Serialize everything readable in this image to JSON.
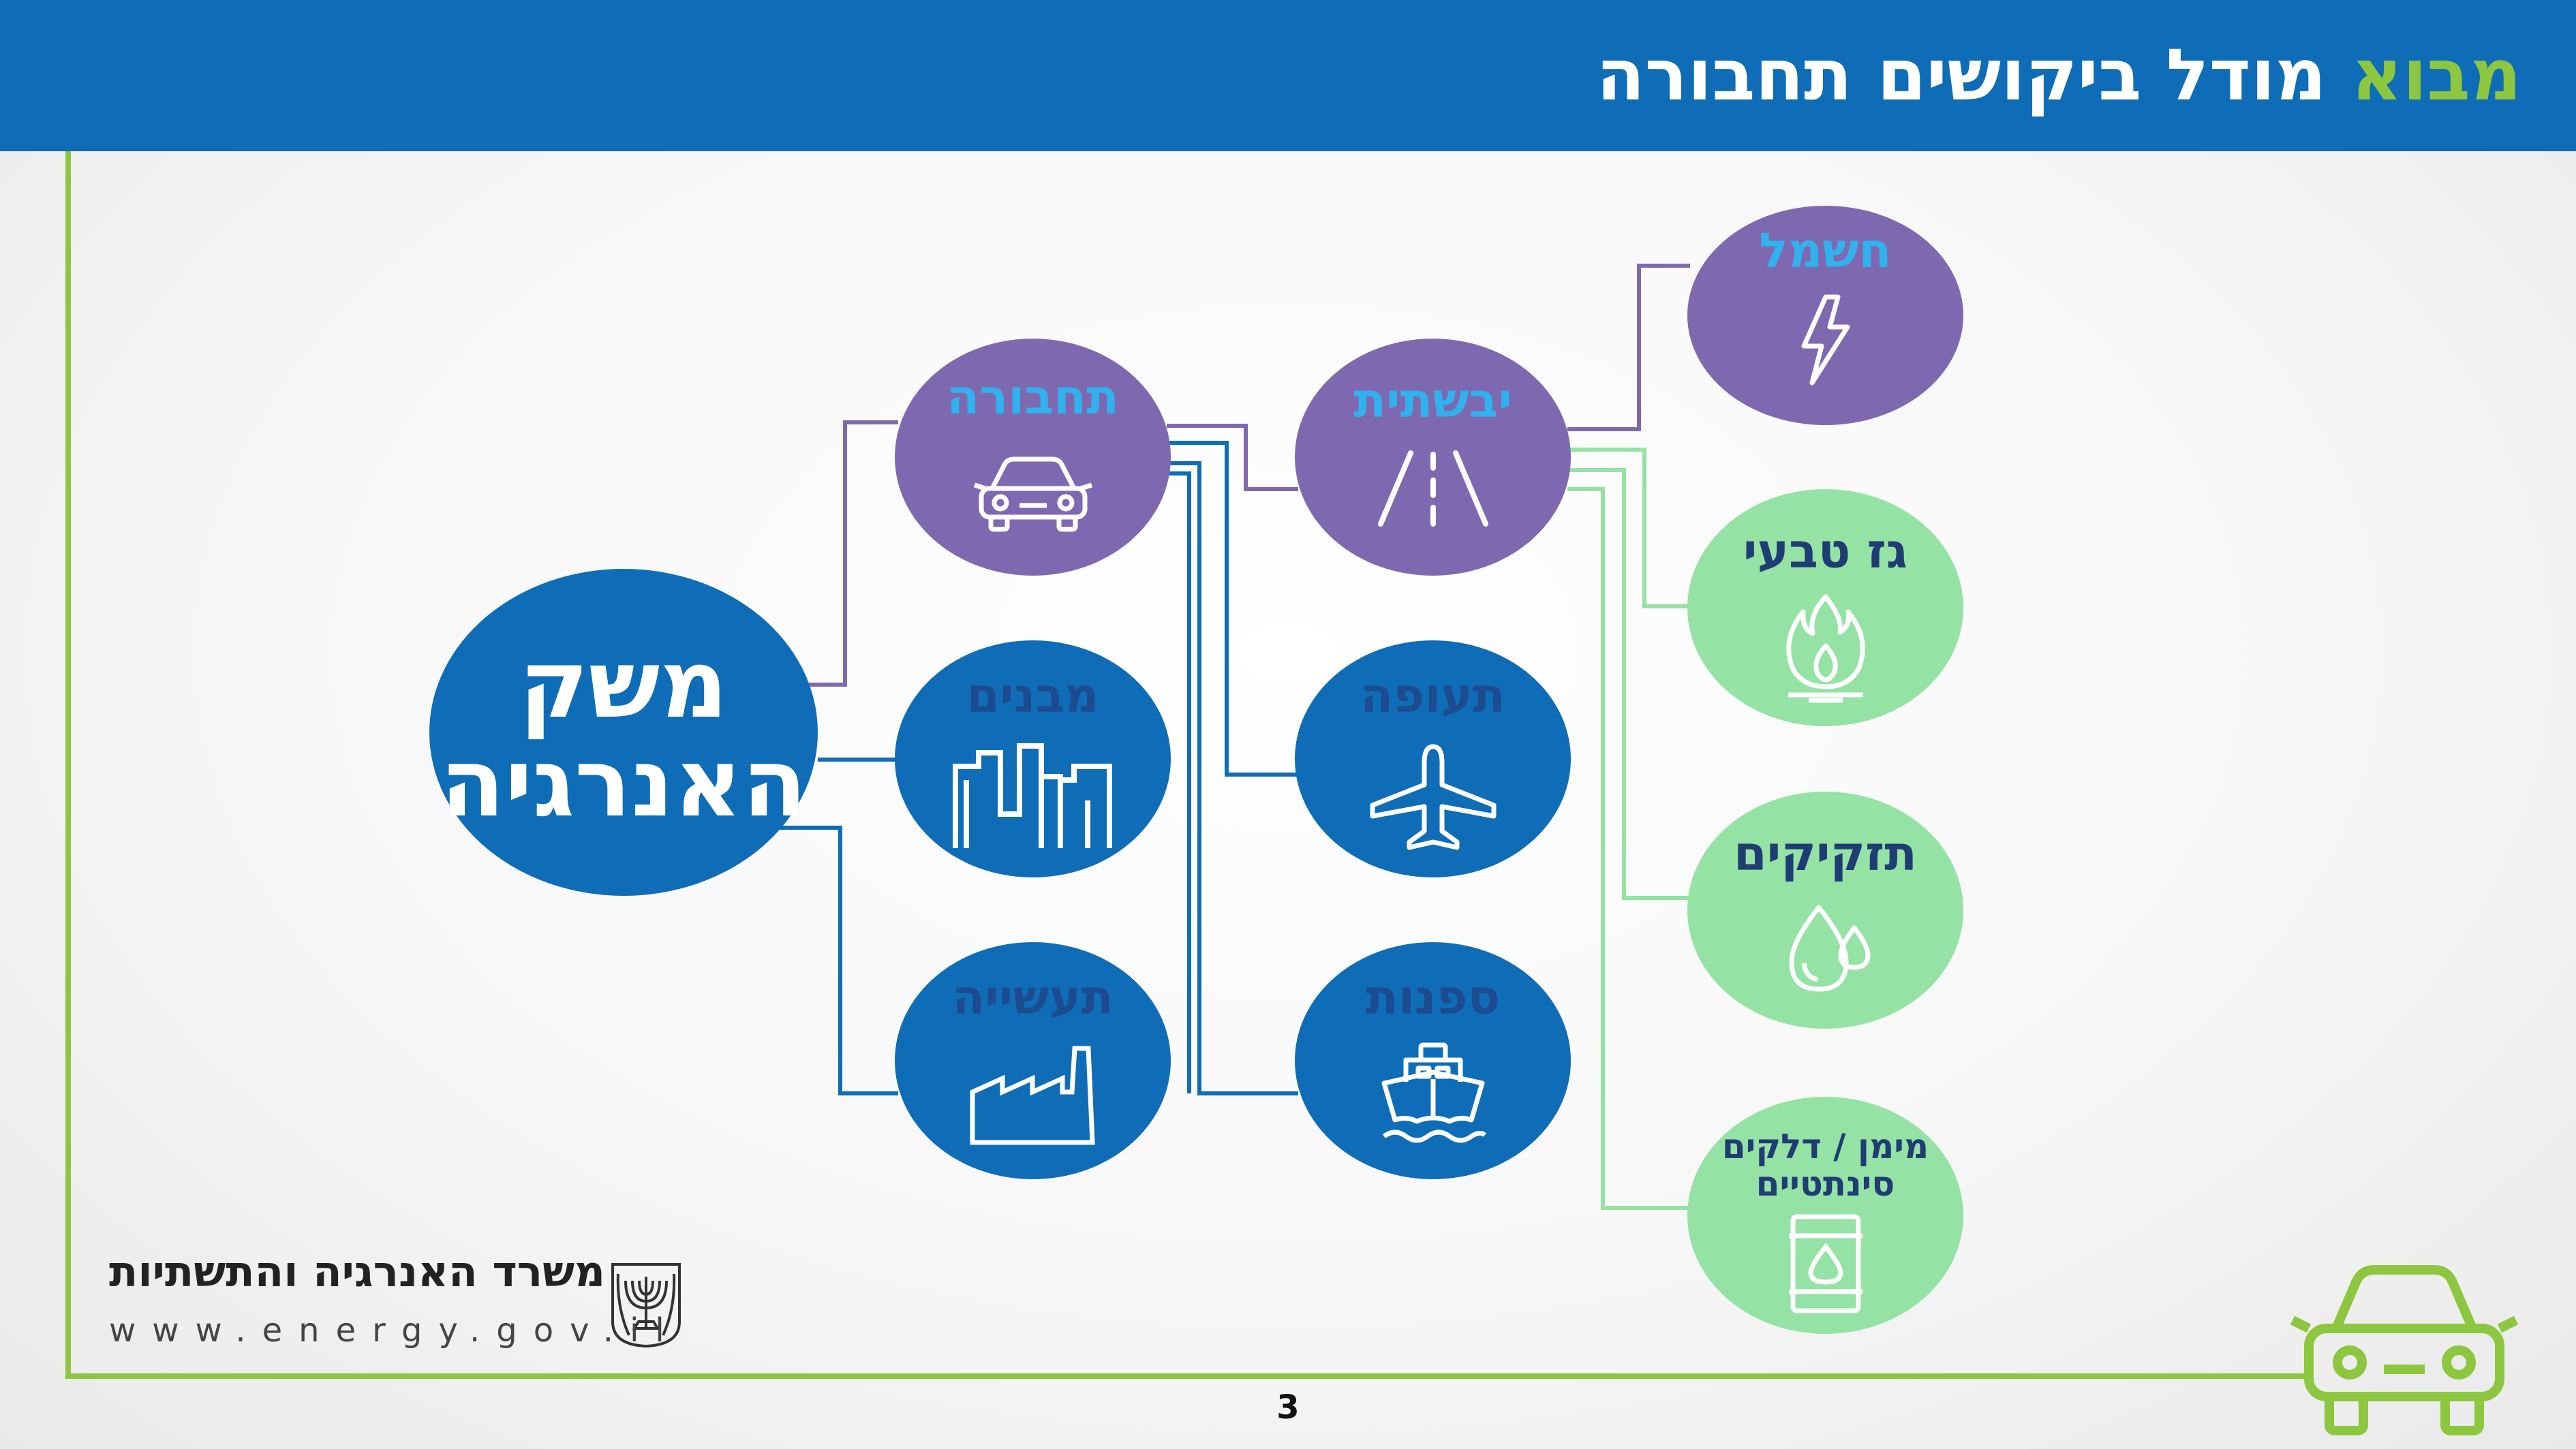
{
  "header": {
    "title_accent": "מבוא",
    "title_main": "מודל ביקושים תחבורה"
  },
  "colors": {
    "header_bg": "#0F6DB8",
    "accent_green": "#8DC63F",
    "purple": "#7E69B0",
    "blue": "#0F6DB8",
    "light_green": "#95E2A5",
    "label_cyan": "#2FB2EE"
  },
  "diagram": {
    "root": {
      "label_line1": "משק",
      "label_line2": "האנרגיה"
    },
    "sectors": {
      "transport": {
        "label": "תחבורה",
        "icon": "car-icon"
      },
      "buildings": {
        "label": "מבנים",
        "icon": "buildings-icon"
      },
      "industry": {
        "label": "תעשייה",
        "icon": "factory-icon"
      }
    },
    "modes": {
      "land": {
        "label": "יבשתית",
        "icon": "road-icon"
      },
      "aviation": {
        "label": "תעופה",
        "icon": "airplane-icon"
      },
      "shipping": {
        "label": "ספנות",
        "icon": "ship-icon"
      }
    },
    "fuels": {
      "electricity": {
        "label": "חשמל",
        "icon": "lightning-icon"
      },
      "natural_gas": {
        "label": "גז טבעי",
        "icon": "gas-flame-icon"
      },
      "distillates": {
        "label": "תזקיקים",
        "icon": "drops-icon"
      },
      "hydrogen": {
        "label_line1": "מימן / דלקים",
        "label_line2": "סינתטיים",
        "icon": "fuel-barrel-icon"
      }
    }
  },
  "footer": {
    "ministry": "משרד האנרגיה והתשתיות",
    "url": "www.energy.gov.il",
    "page_number": "3"
  }
}
